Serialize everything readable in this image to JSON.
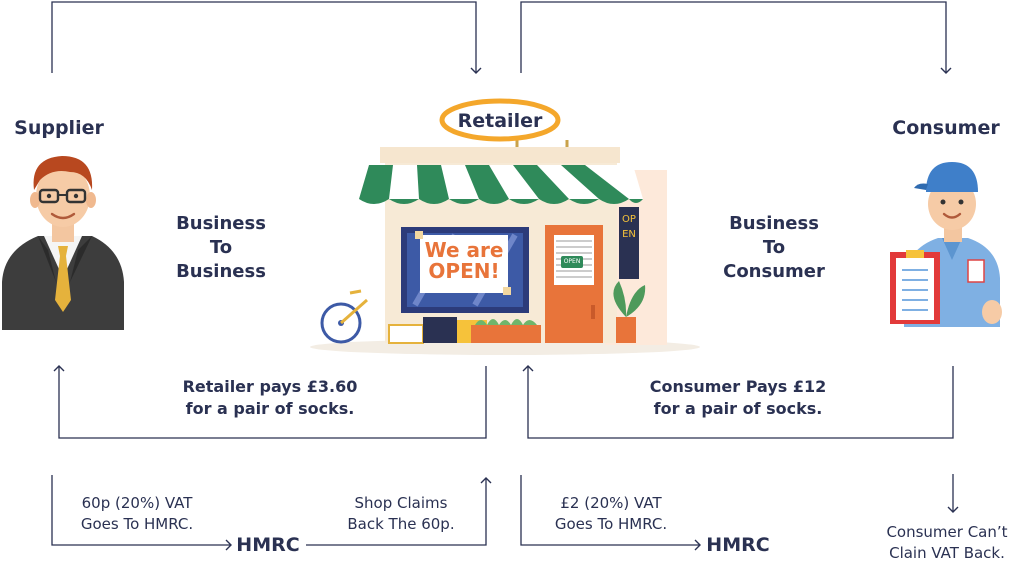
{
  "nodes": {
    "supplier": "Supplier",
    "retailer": "Retailer",
    "consumer": "Consumer"
  },
  "relations": {
    "b2b": [
      "Business",
      "To",
      "Business"
    ],
    "b2c": [
      "Business",
      "To",
      "Consumer"
    ]
  },
  "payments": {
    "retailer_pays": [
      "Retailer pays £3.60",
      "for a pair of socks."
    ],
    "consumer_pays": [
      "Consumer Pays £12",
      "for a pair of socks."
    ]
  },
  "vat": {
    "supplier_vat": [
      "60p (20%) VAT",
      "Goes To HMRC."
    ],
    "shop_claims": [
      "Shop Claims",
      "Back The 60p."
    ],
    "retailer_vat": [
      "£2 (20%) VAT",
      "Goes To HMRC."
    ],
    "consumer_cant": [
      "Consumer Can’t",
      "Clain VAT Back."
    ],
    "hmrc_left": "HMRC",
    "hmrc_right": "HMRC"
  },
  "shop": {
    "sign_line1": "We are",
    "sign_line2": "OPEN!",
    "side_sign": "OPEN",
    "door_sign": "OPEN"
  },
  "colors": {
    "text": "#2a3152",
    "arrow": "#2a3152",
    "awning_green": "#2f8a5a",
    "sign_orange": "#f4a72b",
    "door_orange": "#e8743a"
  }
}
